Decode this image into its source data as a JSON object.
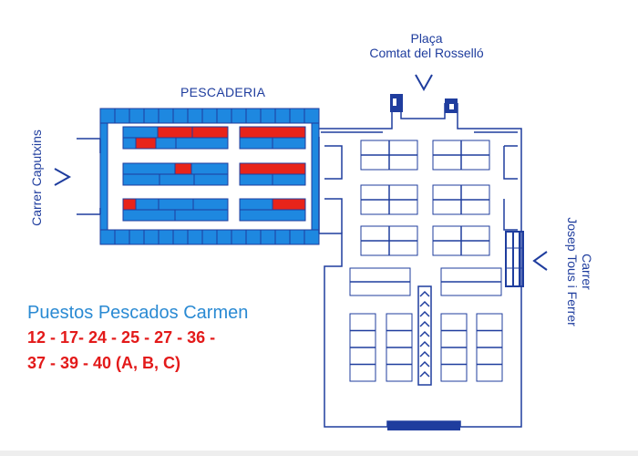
{
  "map_labels": {
    "pescaderia": "PESCADERIA",
    "placa_line1": "Plaça",
    "placa_line2": "Comtat del Rosselló",
    "caputxins": "Carrer Caputxins",
    "tous_line1": "Carrer",
    "tous_line2": "Josep Tous i Ferrer"
  },
  "legend": {
    "title": "Puestos Pescados Carmen",
    "line1": "12 - 17- 24 - 25 - 27 - 36 -",
    "line2": "37 - 39 - 40 (A, B, C)"
  },
  "colors": {
    "stall_blue": "#1e88e0",
    "highlight_red": "#e8241a",
    "line_navy": "#1f3d9e",
    "legend_title": "#2a8ad3"
  }
}
